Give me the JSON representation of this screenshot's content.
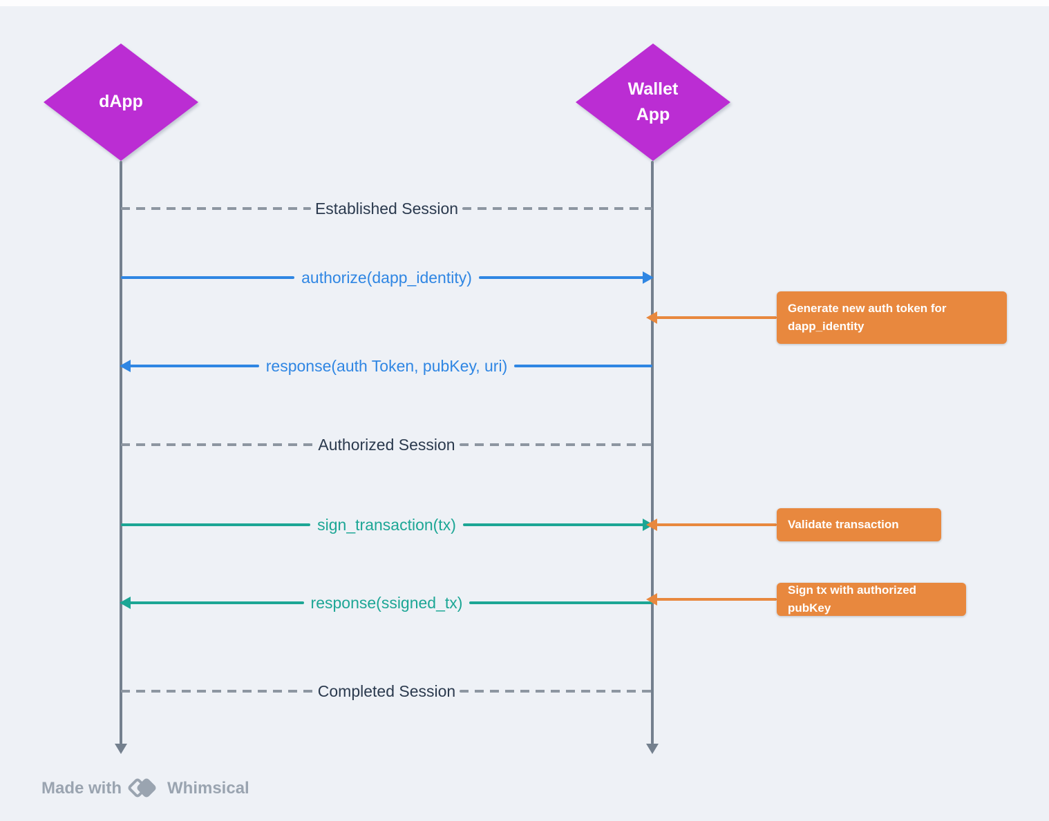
{
  "colors": {
    "background": "#eef1f6",
    "actor_fill": "#bb2dd3",
    "actor_text": "#ffffff",
    "lifeline": "#74808e",
    "session_dash": "#8d96a1",
    "session_text": "#2b3a4e",
    "blue_message": "#2f86e3",
    "teal_message": "#1ca695",
    "note_fill": "#e8883e",
    "note_text": "#ffffff",
    "watermark": "#9aa4b0"
  },
  "actors": [
    {
      "label": "dApp"
    },
    {
      "label": "Wallet App"
    }
  ],
  "sessions": [
    {
      "label": "Established Session"
    },
    {
      "label": "Authorized Session"
    },
    {
      "label": "Completed Session"
    }
  ],
  "messages": [
    {
      "label": "authorize(dapp_identity)",
      "from": "dApp",
      "to": "Wallet App",
      "direction": "right",
      "color": "#2f86e3"
    },
    {
      "label": "response(auth Token, pubKey, uri)",
      "from": "Wallet App",
      "to": "dApp",
      "direction": "left",
      "color": "#2f86e3"
    },
    {
      "label": "sign_transaction(tx)",
      "from": "dApp",
      "to": "Wallet App",
      "direction": "right",
      "color": "#1ca695"
    },
    {
      "label": "response(ssigned_tx)",
      "from": "Wallet App",
      "to": "dApp",
      "direction": "left",
      "color": "#1ca695"
    }
  ],
  "notes": [
    {
      "text": "Generate new auth token for dapp_identity",
      "attached_to": "Wallet App"
    },
    {
      "text": "Validate transaction",
      "attached_to": "Wallet App"
    },
    {
      "text": "Sign tx with authorized pubKey",
      "attached_to": "Wallet App"
    }
  ],
  "watermark": {
    "made_with": "Made with",
    "brand": "Whimsical"
  }
}
